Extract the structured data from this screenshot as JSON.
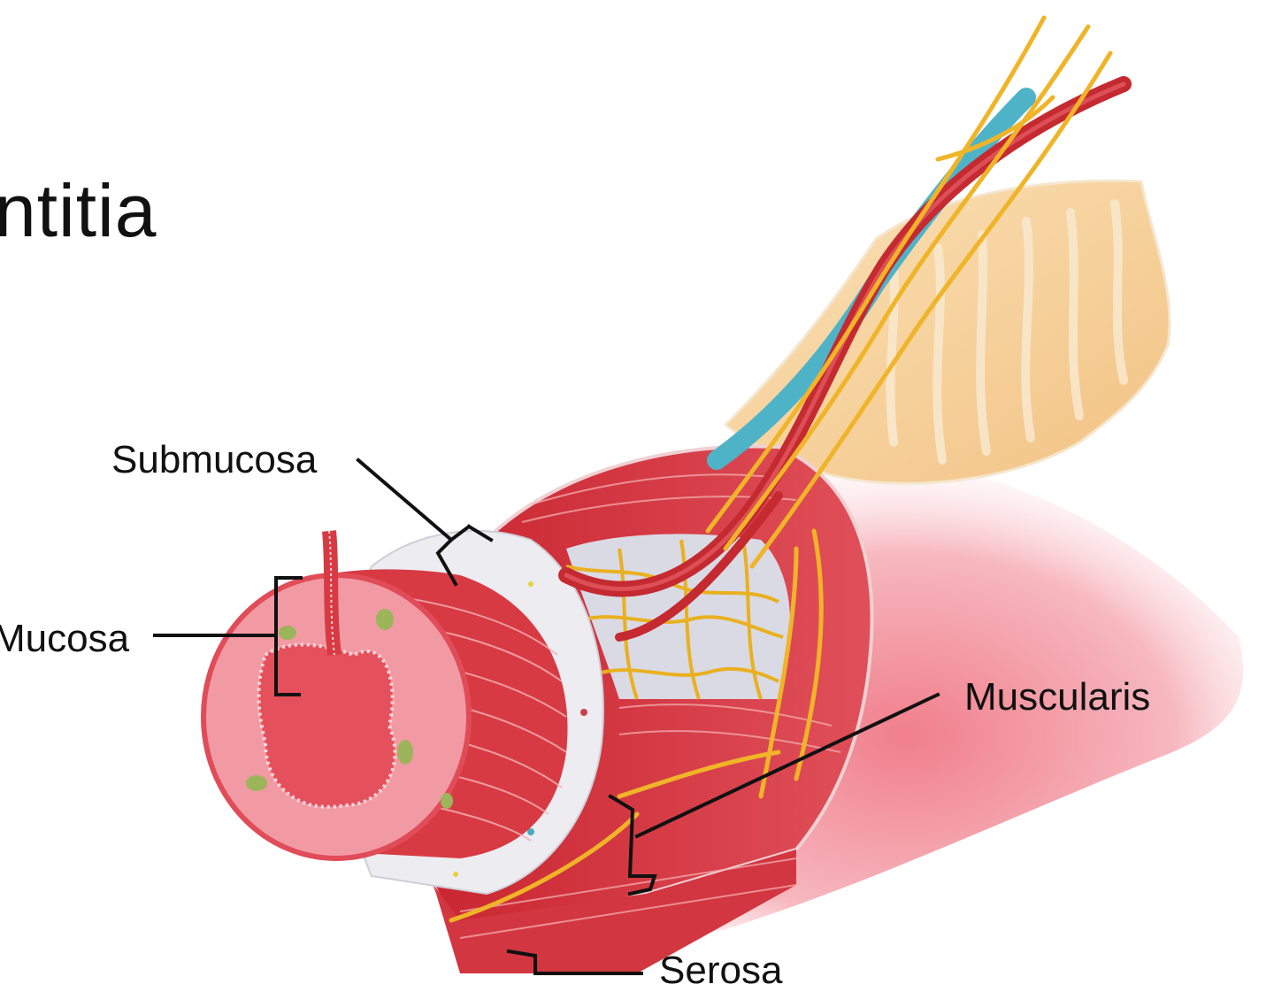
{
  "slide": {
    "title_fragment": "ntitia"
  },
  "diagram": {
    "subject": "Layers of the gastrointestinal tract wall with mesentery, blood vessels and nerves",
    "labels": [
      {
        "id": "submucosa",
        "text": "Submucosa"
      },
      {
        "id": "mucosa",
        "text": "Mucosa"
      },
      {
        "id": "muscularis",
        "text": "Muscularis"
      },
      {
        "id": "serosa",
        "text": "Serosa"
      }
    ],
    "colors": {
      "muscle": "#d8343c",
      "muscle_dark": "#b81f2a",
      "mucosa_pink": "#f07a86",
      "submucosa": "#eeeef2",
      "fat": "#f6cf96",
      "nerve": "#f0b428",
      "vein": "#4fb3c8",
      "artery": "#c42a30",
      "background_tissue": "#f7b6bd",
      "label_text": "#111111"
    }
  }
}
